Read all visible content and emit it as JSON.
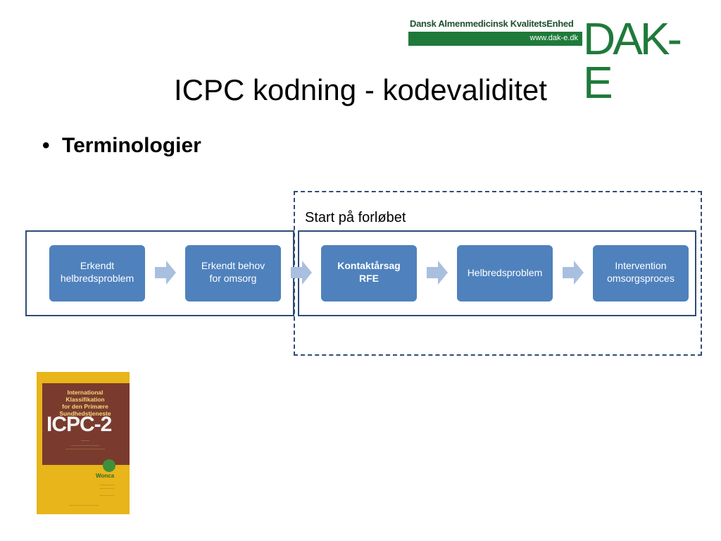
{
  "logo": {
    "name": "Dansk Almenmedicinsk KvalitetsEnhed",
    "url": "www.dak-e.dk",
    "mark": "DAK-E"
  },
  "title": "ICPC kodning - kodevaliditet",
  "bullet": {
    "text": "Terminologier"
  },
  "diagram": {
    "start_label": "Start på forløbet",
    "boxes": [
      {
        "line1": "Erkendt",
        "line2": "helbredsproblem"
      },
      {
        "line1": "Erkendt behov",
        "line2": "for omsorg"
      },
      {
        "line1": "Kontaktårsag",
        "line2": "RFE"
      },
      {
        "line1": "Helbredsproblem",
        "line2": ""
      },
      {
        "line1": "Intervention",
        "line2": "omsorgsproces"
      }
    ]
  },
  "book": {
    "title_lines": [
      "International",
      "Klassifikation",
      "for den Primære",
      "Sundhedstjeneste"
    ],
    "code": "ICPC-2",
    "publisher": "Wonca"
  },
  "colors": {
    "box": "#4f81bd",
    "frame": "#2e4b75",
    "logo_green": "#1f7a3a",
    "book": "#e8b51a"
  }
}
